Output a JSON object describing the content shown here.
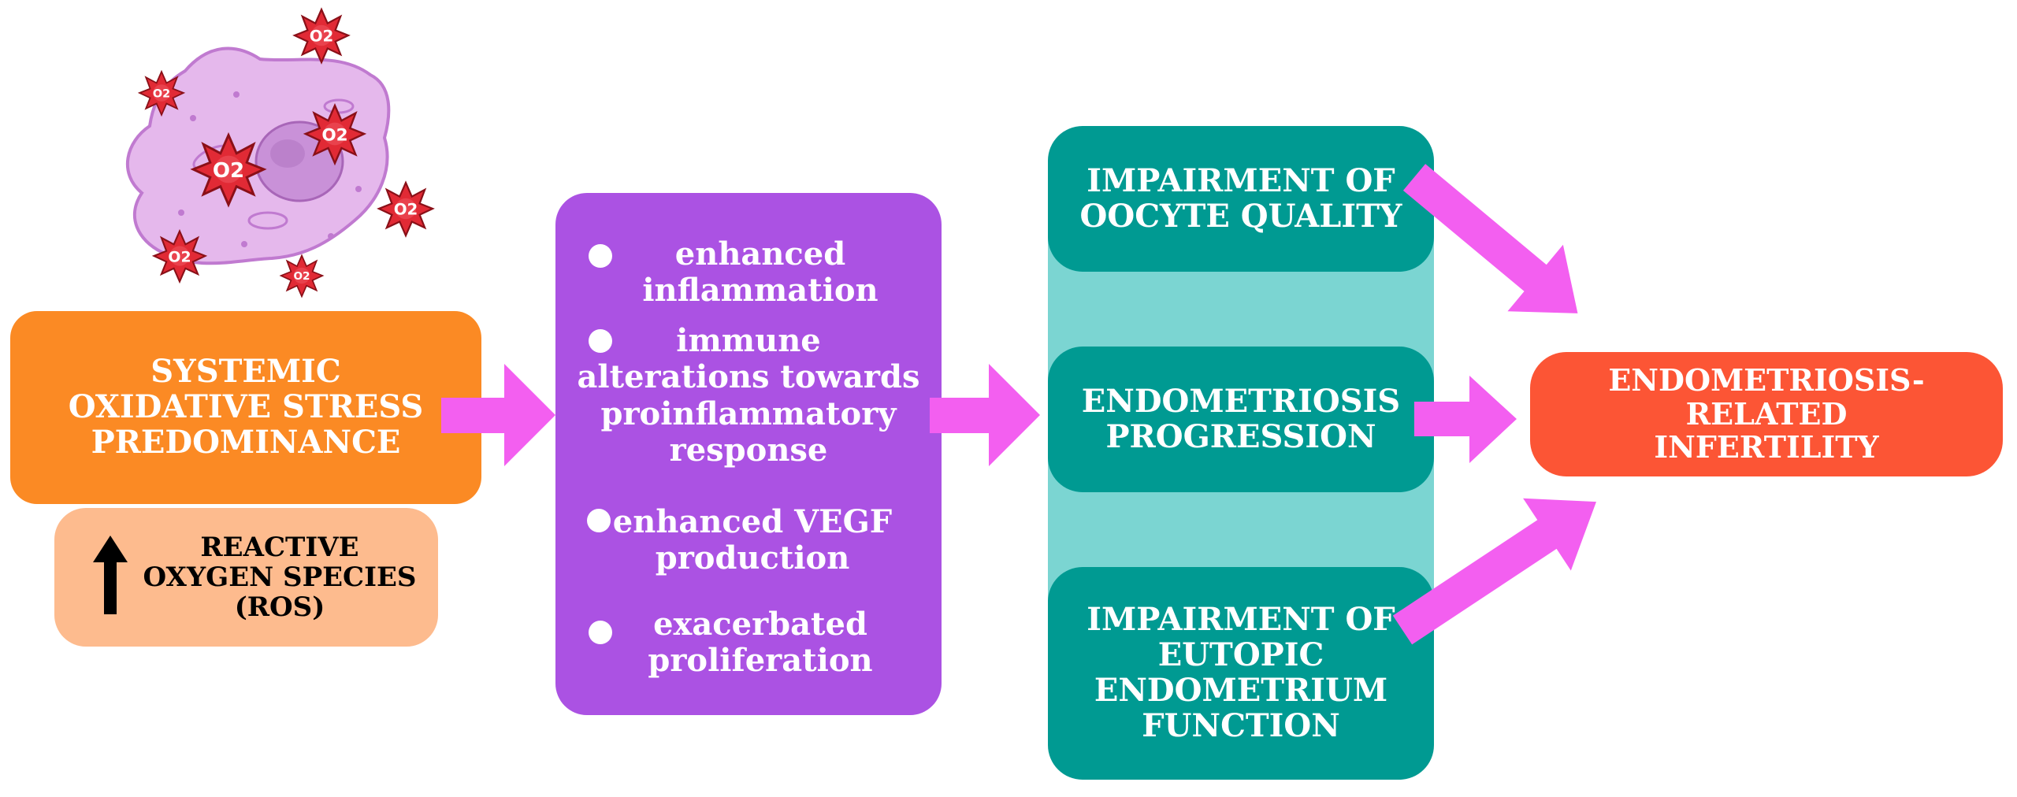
{
  "stress": {
    "lines": [
      "SYSTEMIC",
      "OXIDATIVE STRESS",
      "PREDOMINANCE"
    ],
    "color": "#fb8a24"
  },
  "ros": {
    "lines": [
      "REACTIVE",
      "OXYGEN SPECIES",
      "(ROS)"
    ],
    "arrow_icon": "arrow-up-icon",
    "color": "#fdbb8e"
  },
  "effects": {
    "color": "#ab52e3",
    "items": [
      {
        "lines": [
          "enhanced",
          "inflammation"
        ]
      },
      {
        "lines": [
          "immune",
          "alterations towards",
          "proinflammatory",
          "response"
        ]
      },
      {
        "lines": [
          "enhanced VEGF",
          "production"
        ]
      },
      {
        "lines": [
          "exacerbated",
          "proliferation"
        ]
      }
    ]
  },
  "outcomes": {
    "color": "#009a92",
    "panel_color": "#7bd5d2",
    "oocyte": [
      "IMPAIRMENT OF",
      "OOCYTE QUALITY"
    ],
    "progression": [
      "ENDOMETRIOSIS",
      "PROGRESSION"
    ],
    "eutopic": [
      "IMPAIRMENT OF",
      "EUTOPIC",
      "ENDOMETRIUM",
      "FUNCTION"
    ]
  },
  "result": {
    "lines": [
      "ENDOMETRIOSIS-RELATED",
      "INFERTILITY"
    ],
    "color": "#fc5535"
  },
  "illustration": {
    "icon": "ros-cell-icon",
    "molecule_label": "O2"
  },
  "arrow_color": "#f35ff0"
}
